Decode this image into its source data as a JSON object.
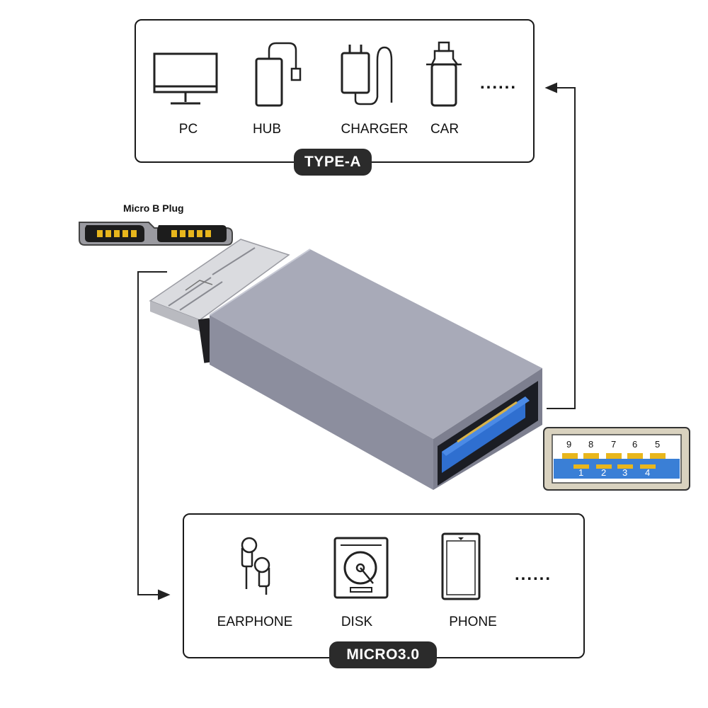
{
  "type_a": {
    "badge": "TYPE-A",
    "devices": [
      {
        "label": "PC",
        "icon": "pc-icon"
      },
      {
        "label": "HUB",
        "icon": "hub-icon"
      },
      {
        "label": "CHARGER",
        "icon": "charger-icon"
      },
      {
        "label": "CAR",
        "icon": "car-icon"
      }
    ],
    "more": "......"
  },
  "micro": {
    "badge": "MICRO3.0",
    "devices": [
      {
        "label": "EARPHONE",
        "icon": "earphone-icon"
      },
      {
        "label": "DISK",
        "icon": "disk-icon"
      },
      {
        "label": "PHONE",
        "icon": "phone-icon"
      }
    ],
    "more": "......"
  },
  "micro_b_plug": {
    "title": "Micro B Plug"
  },
  "usb_a_port": {
    "top_pins": [
      "9",
      "8",
      "7",
      "6",
      "5"
    ],
    "bottom_pins": [
      "1",
      "2",
      "3",
      "4"
    ]
  },
  "colors": {
    "adapter_body": "#8c8e9e",
    "usb_blue": "#2f6fd0",
    "pin_gold": "#e8b61c",
    "badge_bg": "#2b2b2b"
  }
}
